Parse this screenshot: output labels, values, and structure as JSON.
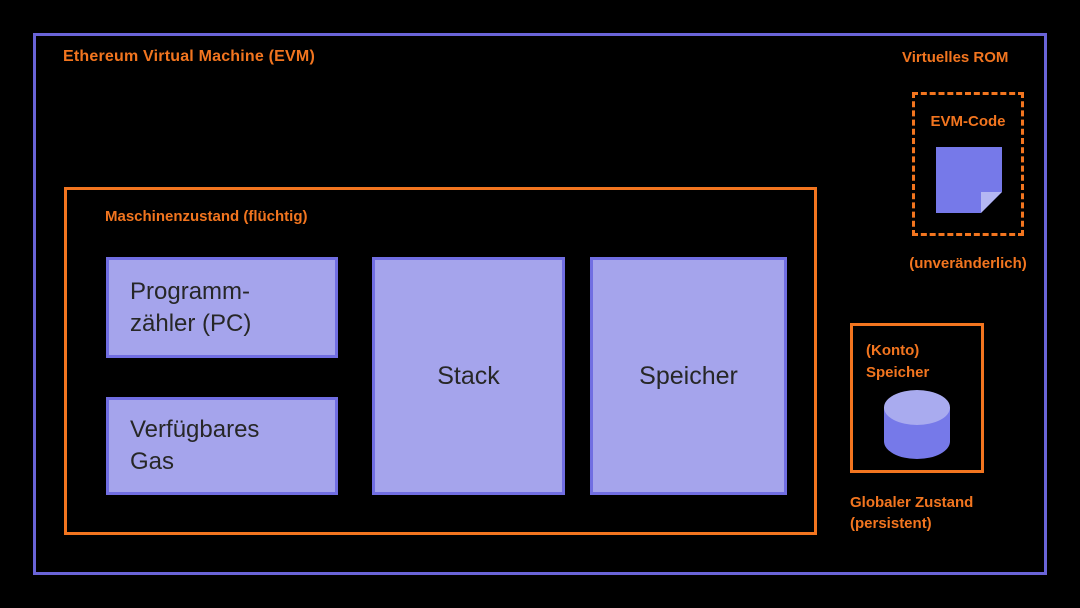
{
  "diagram": {
    "title": "Ethereum Virtual Machine (EVM)",
    "machine_state": {
      "label": "Maschinenzustand (flüchtig)",
      "program_counter": {
        "line1": "Programm-",
        "line2": "zähler (PC)"
      },
      "available_gas": {
        "line1": "Verfügbares",
        "line2": "Gas"
      },
      "stack": {
        "label": "Stack"
      },
      "memory": {
        "label": "Speicher"
      }
    },
    "virtual_rom": {
      "title": "Virtuelles ROM",
      "code_label": "EVM-Code",
      "icon": "note-page-icon",
      "caption": "(unveränderlich)"
    },
    "account_storage": {
      "line1": "(Konto)",
      "line2": "Speicher",
      "icon": "database-cylinder-icon",
      "caption_line1": "Globaler Zustand",
      "caption_line2": "(persistent)"
    }
  },
  "colors": {
    "background": "#000000",
    "outer_border_purple": "#6a64d8",
    "box_border_purple": "#716ee2",
    "box_fill_purple": "#a5a4ec",
    "box_text": "#272727",
    "accent_orange": "#f2751f",
    "icon_purple": "#7679e9",
    "icon_purple_light": "#b4b7f3",
    "cylinder_top_purple": "#a9abef"
  }
}
